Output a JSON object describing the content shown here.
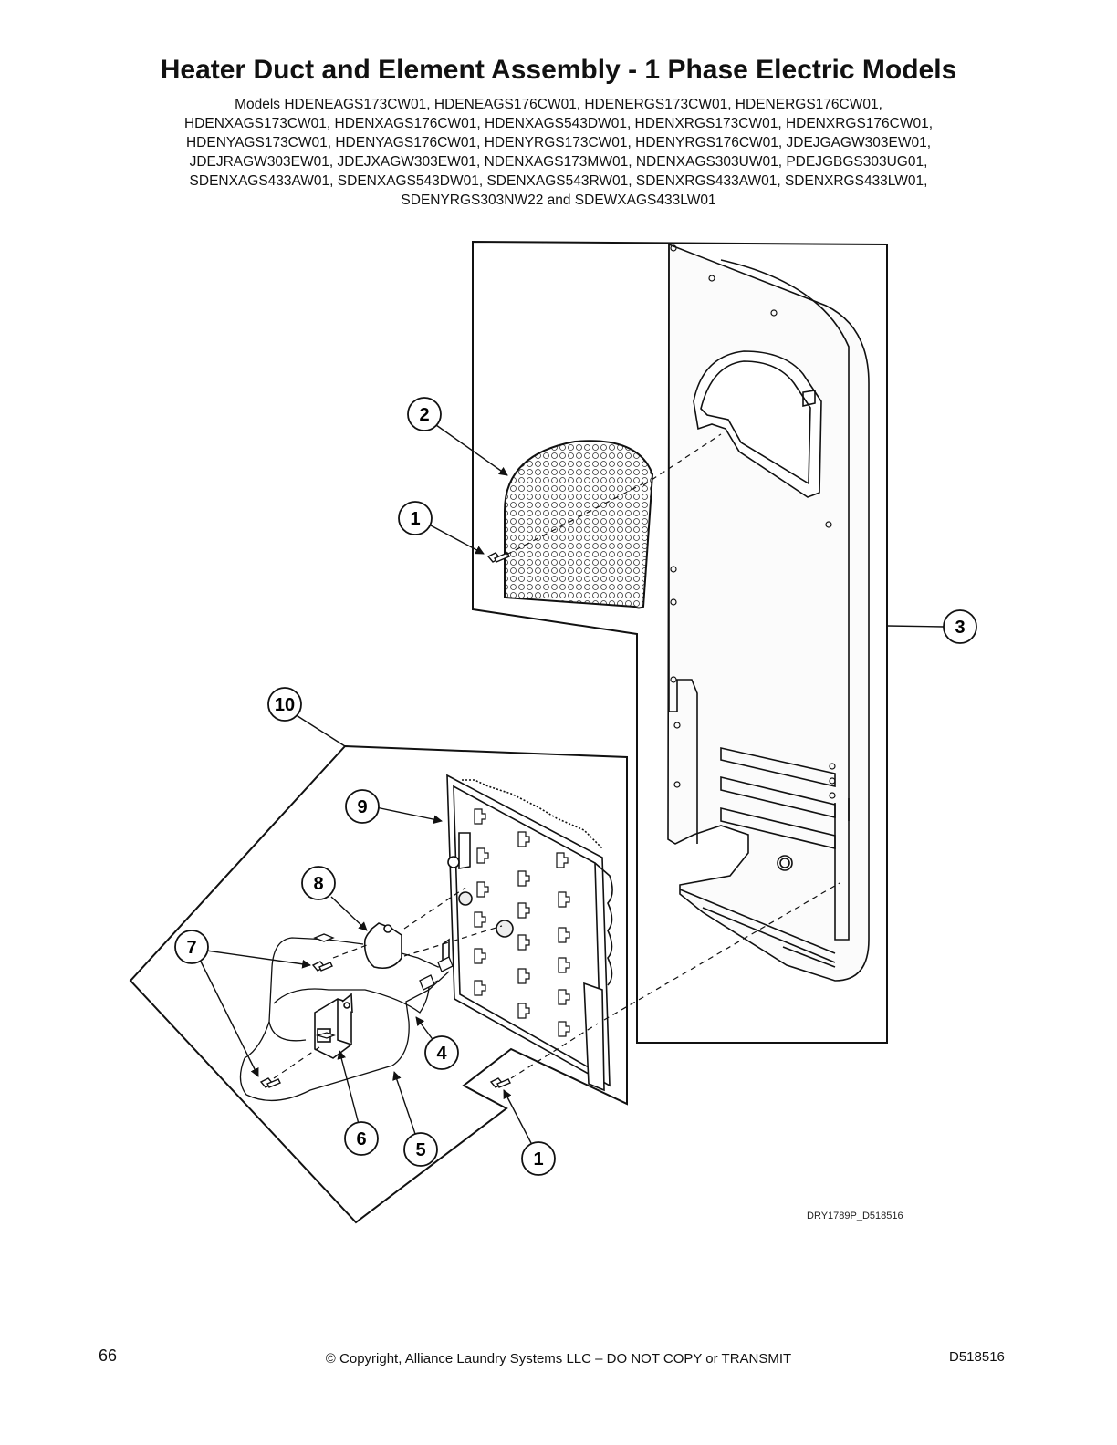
{
  "title": "Heater Duct and Element Assembly - 1 Phase Electric Models",
  "models_lines": [
    "Models HDENEAGS173CW01, HDENEAGS176CW01, HDENERGS173CW01, HDENERGS176CW01,",
    "HDENXAGS173CW01, HDENXAGS176CW01, HDENXAGS543DW01, HDENXRGS173CW01, HDENXRGS176CW01,",
    "HDENYAGS173CW01, HDENYAGS176CW01, HDENYRGS173CW01, HDENYRGS176CW01, JDEJGAGW303EW01,",
    "JDEJRAGW303EW01, JDEJXAGW303EW01, NDENXAGS173MW01, NDENXAGS303UW01, PDEJGBGS303UG01,",
    "SDENXAGS433AW01, SDENXAGS543DW01, SDENXAGS543RW01, SDENXRGS433AW01, SDENXRGS433LW01,",
    "SDENYRGS303NW22 and SDEWXAGS433LW01"
  ],
  "callouts": {
    "c1a": "1",
    "c1b": "1",
    "c2": "2",
    "c3": "3",
    "c4": "4",
    "c5": "5",
    "c6": "6",
    "c7": "7",
    "c8": "8",
    "c9": "9",
    "c10": "10"
  },
  "figure_ref": "DRY1789P_D518516",
  "footer": {
    "page_number": "66",
    "copyright": "© Copyright, Alliance Laundry Systems LLC – DO NOT COPY or TRANSMIT",
    "doc_number": "D518516"
  }
}
